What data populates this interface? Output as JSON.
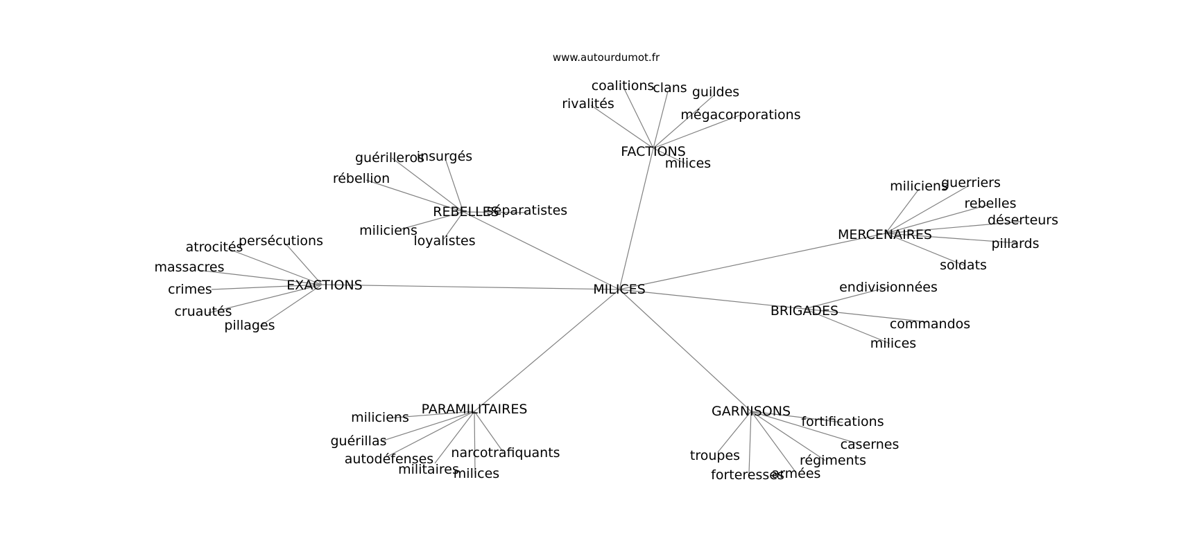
{
  "watermark": "www.autourdumot.fr",
  "colors": {
    "edge": "#808080",
    "text": "#000000",
    "background": "#ffffff"
  },
  "graph": {
    "center": "MILICES",
    "clusters": [
      {
        "hub": "FACTIONS",
        "leaves": [
          "coalitions",
          "clans",
          "guildes",
          "rivalités",
          "mégacorporations",
          "milices"
        ]
      },
      {
        "hub": "REBELLES",
        "leaves": [
          "guérilleros",
          "insurgés",
          "rébellion",
          "séparatistes",
          "miliciens",
          "loyalistes"
        ]
      },
      {
        "hub": "EXACTIONS",
        "leaves": [
          "persécutions",
          "atrocités",
          "massacres",
          "crimes",
          "cruautés",
          "pillages"
        ]
      },
      {
        "hub": "MERCENAIRES",
        "leaves": [
          "miliciens",
          "guerriers",
          "rebelles",
          "déserteurs",
          "pillards",
          "soldats"
        ]
      },
      {
        "hub": "BRIGADES",
        "leaves": [
          "endivisionnées",
          "commandos",
          "milices"
        ]
      },
      {
        "hub": "PARAMILITAIRES",
        "leaves": [
          "miliciens",
          "guérillas",
          "autodéfenses",
          "narcotrafiquants",
          "militaires",
          "milices"
        ]
      },
      {
        "hub": "GARNISONS",
        "leaves": [
          "fortifications",
          "casernes",
          "troupes",
          "régiments",
          "forteresses",
          "armées"
        ]
      }
    ]
  }
}
